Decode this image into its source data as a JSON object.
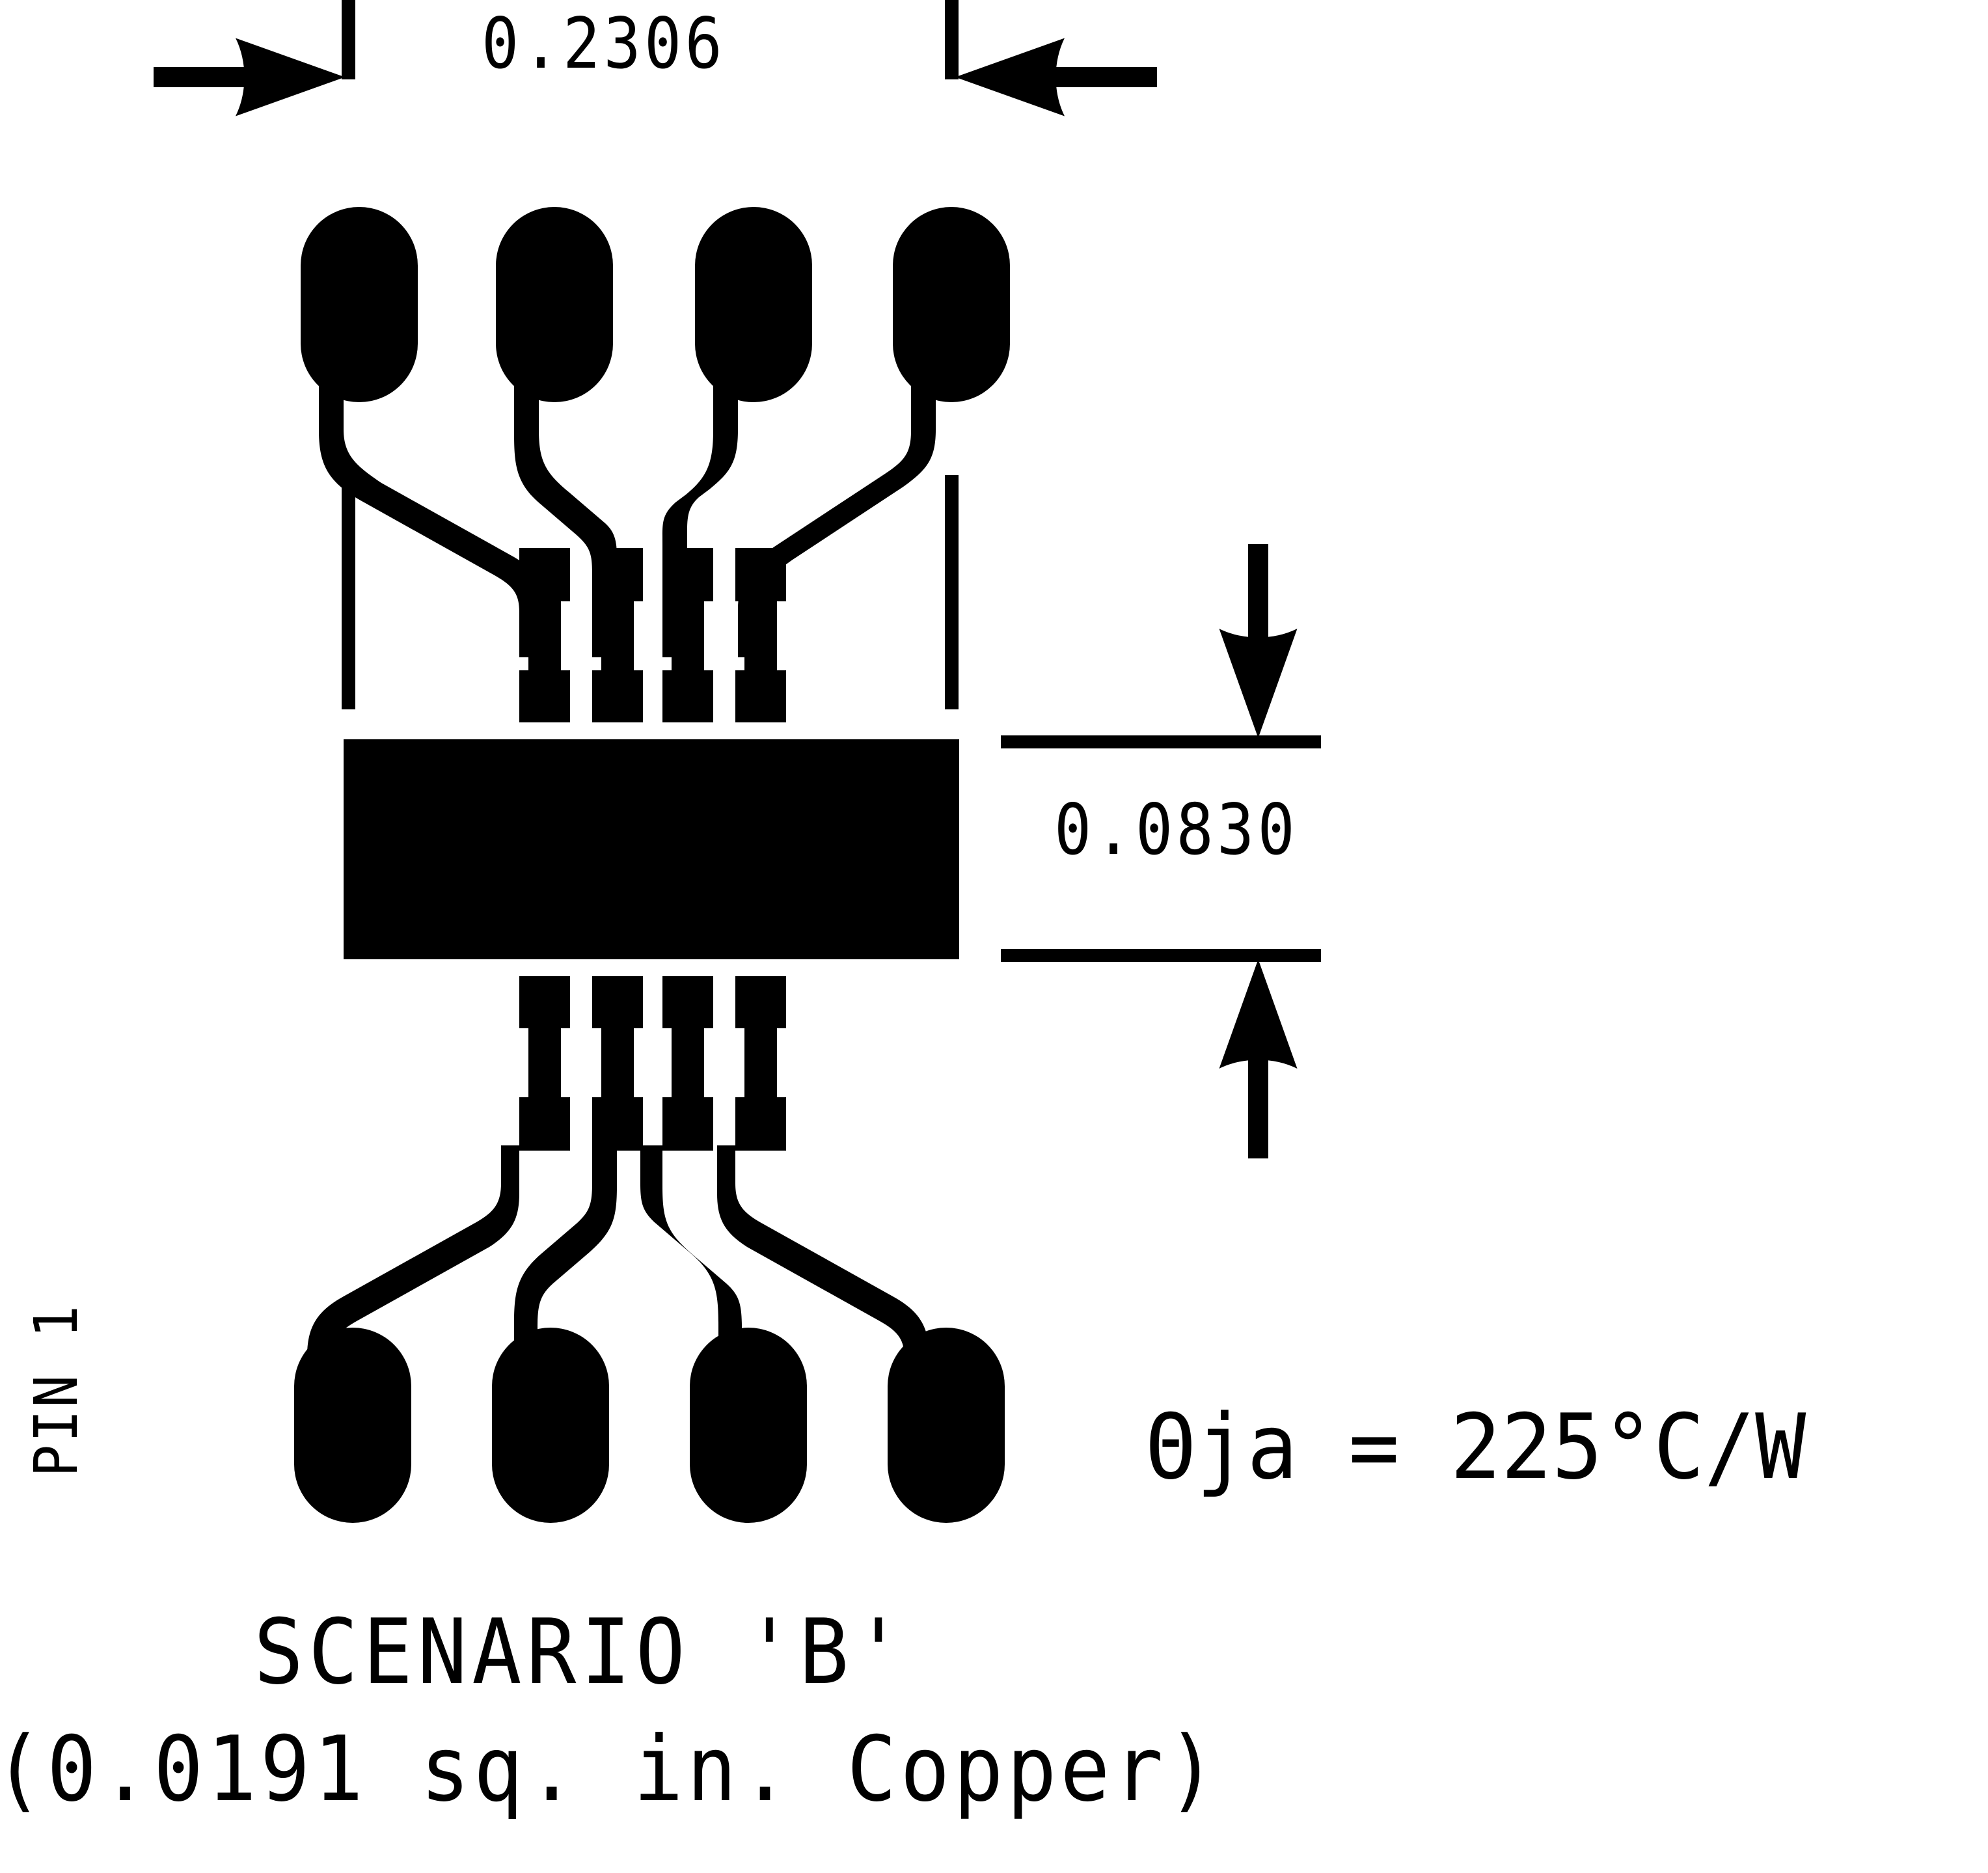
{
  "drawing": {
    "kind": "pcb-land-pattern-thermal-scenario",
    "title": "SCENARIO 'B'",
    "caption": "(0.0191 sq. in. Copper)",
    "theta_ja_label": "Θja = 225°C/W",
    "pin1_label": "PIN 1",
    "dimensions": {
      "width": "0.2306",
      "height": "0.0830"
    },
    "ink_color": "#000000",
    "background_color": "#ffffff"
  },
  "chart_data": {
    "type": "diagram",
    "title": "SCENARIO 'B'",
    "subtitle": "(0.0191 sq. in. Copper)",
    "annotations": [
      {
        "name": "overall-width-dimension",
        "value": "0.2306",
        "orientation": "horizontal"
      },
      {
        "name": "body-height-dimension",
        "value": "0.0830",
        "orientation": "vertical"
      },
      {
        "name": "thermal-resistance",
        "value": "Θja = 225°C/W"
      },
      {
        "name": "pin-one-marker",
        "value": "PIN 1"
      },
      {
        "name": "copper-area",
        "value": "0.0191 sq. in."
      }
    ],
    "geometry": {
      "pin_count": 8,
      "pins_per_side": 4,
      "top_copper_pads": 4,
      "bottom_copper_pads": 4,
      "lead_pads": 8
    }
  }
}
